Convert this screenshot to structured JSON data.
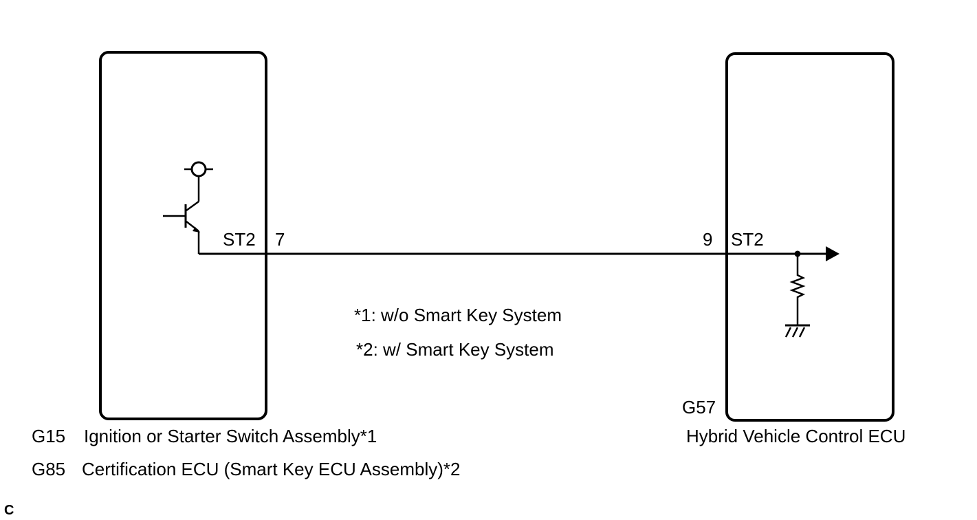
{
  "left_component": {
    "pin_name": "ST2",
    "pin_number": "7",
    "connectors": [
      {
        "code": "G15",
        "name": "Ignition or Starter Switch Assembly*1"
      },
      {
        "code": "G85",
        "name": "Certification ECU (Smart Key ECU Assembly)*2"
      }
    ]
  },
  "right_component": {
    "pin_name": "ST2",
    "pin_number": "9",
    "code": "G57",
    "name": "Hybrid Vehicle Control ECU"
  },
  "notes": [
    "*1: w/o Smart Key System",
    "*2: w/ Smart Key System"
  ],
  "corner_mark": "C"
}
